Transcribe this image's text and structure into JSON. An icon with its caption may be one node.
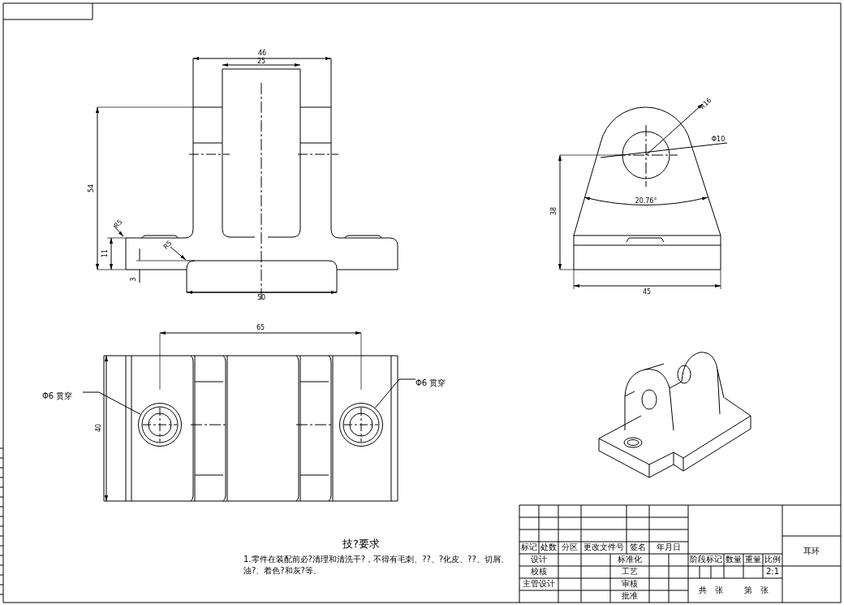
{
  "diagram": {
    "nodes": [
      {
        "text": [
          "Φ6 贯穿"
        ]
      },
      {
        "text": [],
        "shape": "circle"
      },
      {
        "text": [
          "Φ6 贯穿"
        ]
      },
      {
        "text": [],
        "shape": "circle"
      }
    ],
    "edges": [
      {
        "from": 0,
        "to": 1,
        "arrow": "none"
      },
      {
        "from": 2,
        "to": 3,
        "arrow": "none"
      }
    ],
    "labels": [
      "46",
      "25",
      "54",
      "R5",
      "11",
      "R5",
      "3",
      "50",
      "R16",
      "Φ10",
      "38",
      "20.76°",
      "45",
      "65",
      "40",
      "技?要求",
      "1.零件在装配前必?清理和清洗干?，不得有毛刺、??、?化皮、??、切屑、油?、着色?和灰?等。",
      "标记",
      "处数",
      "分区",
      "更改文件号",
      "签名",
      "年月日",
      "耳环",
      "设计",
      "标准化",
      "阶段标记",
      "数量",
      "重量",
      "比例",
      "校核",
      "工艺",
      "2:1",
      "主管设计",
      "审核",
      "批准",
      "共",
      "张",
      "第",
      "张"
    ]
  }
}
